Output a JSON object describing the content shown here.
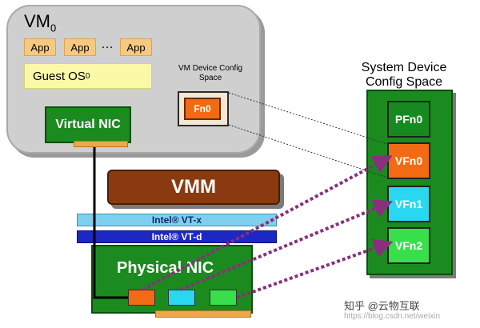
{
  "vm": {
    "title_main": "VM",
    "title_sub": "0",
    "apps": [
      "App",
      "App",
      "App"
    ],
    "ellipsis": "…",
    "guest_os_main": "Guest OS",
    "guest_os_sub": "0",
    "virtual_nic": "Virtual NIC",
    "device_cfg_label": "VM Device Config Space",
    "fn0": "Fn0"
  },
  "vmm": {
    "label": "VMM"
  },
  "vt_x": {
    "label": "Intel® VT-x"
  },
  "vt_d": {
    "label": "Intel® VT-d"
  },
  "physical_nic": {
    "label": "Physical NIC"
  },
  "system_config": {
    "label": "System Device Config Space",
    "functions": [
      "PFn0",
      "VFn0",
      "VFn1",
      "VFn2"
    ]
  },
  "colors": {
    "orange": "#f26b14",
    "cyan": "#29d8f0",
    "green": "#37e04a",
    "dark_green": "#1b8a1f",
    "vmm_brown": "#8b3a10",
    "arrow_purple": "#8a2f7c"
  },
  "watermark": {
    "text": "知乎 @云物互联",
    "url": "https://blog.csdn.net/weixin"
  }
}
